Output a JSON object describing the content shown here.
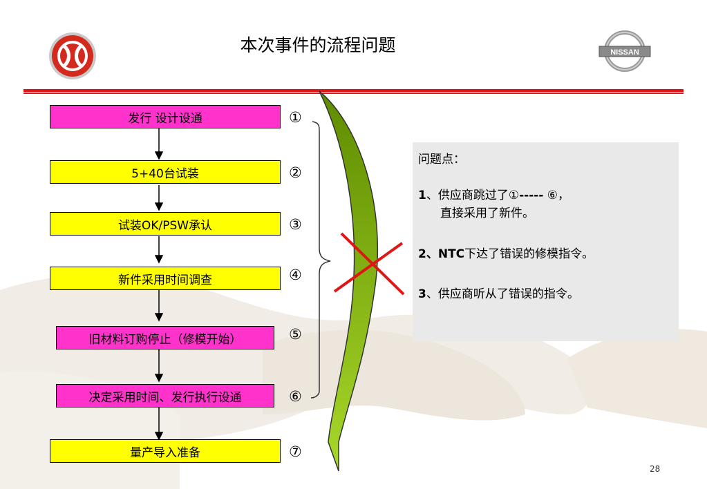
{
  "title": "本次事件的流程问题",
  "steps": [
    {
      "label": "发行 设计设通",
      "color": "#ff33cc"
    },
    {
      "label": "5+40台试装",
      "color": "#ffff00"
    },
    {
      "label": "试装OK/PSW承认",
      "color": "#ffff00"
    },
    {
      "label": "新件采用时间调查",
      "color": "#ffff00"
    },
    {
      "label": "旧材料订购停止（修模开始）",
      "color": "#ff33cc"
    },
    {
      "label": "决定采用时间、发行执行设通",
      "color": "#ff33cc"
    },
    {
      "label": "量产导入准备",
      "color": "#ffff00"
    }
  ],
  "step_numbers": [
    "①",
    "②",
    "③",
    "④",
    "⑤",
    "⑥",
    "⑦"
  ],
  "issues": {
    "heading": "问题点：",
    "item1_num": "1",
    "item1_text": "、供应商跳过了①",
    "item1_bold": "-----",
    "item1_tail": " ⑥，",
    "item1_line2": "直接采用了新件。",
    "item2_num": "2",
    "item2_bold": "、NTC",
    "item2_text": "下达了错误的修模指令。",
    "item3_num": "3",
    "item3_text": "、供应商听从了错误的指令。"
  },
  "logos": {
    "left": "dongfeng-logo",
    "right_text": "NISSAN"
  },
  "colors": {
    "accent_red": "#e01515",
    "arrow_green_dark": "#6b9a00",
    "arrow_green_light": "#9acd1a",
    "cross_red": "#e01515",
    "panel_bg": "#e9e9e9"
  },
  "page_number": "28"
}
